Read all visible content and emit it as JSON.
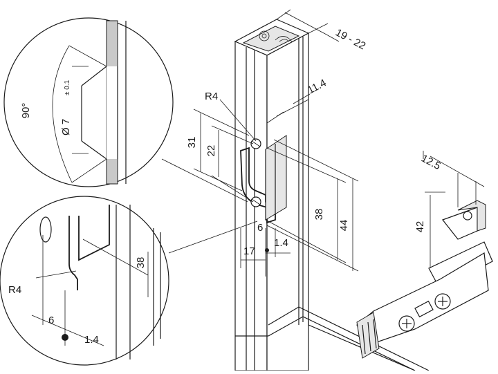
{
  "dimensions": {
    "profile_width": "19 - 22",
    "offset_top": "11.4",
    "radius": "R4",
    "hole_spacing": "22",
    "cutout_height": "31",
    "slot_38": "38",
    "slot_44": "44",
    "edge_6": "6",
    "width_17": "17",
    "gap_1_4": "1.4",
    "hinge_12_5": "12.5",
    "hinge_42": "42"
  },
  "detail_top": {
    "angle": "90°",
    "diameter_main": "Ø 7",
    "diameter_tol": "± 0.1"
  },
  "detail_bottom": {
    "radius": "R4",
    "height": "38",
    "edge": "6",
    "gap": "1.4"
  }
}
